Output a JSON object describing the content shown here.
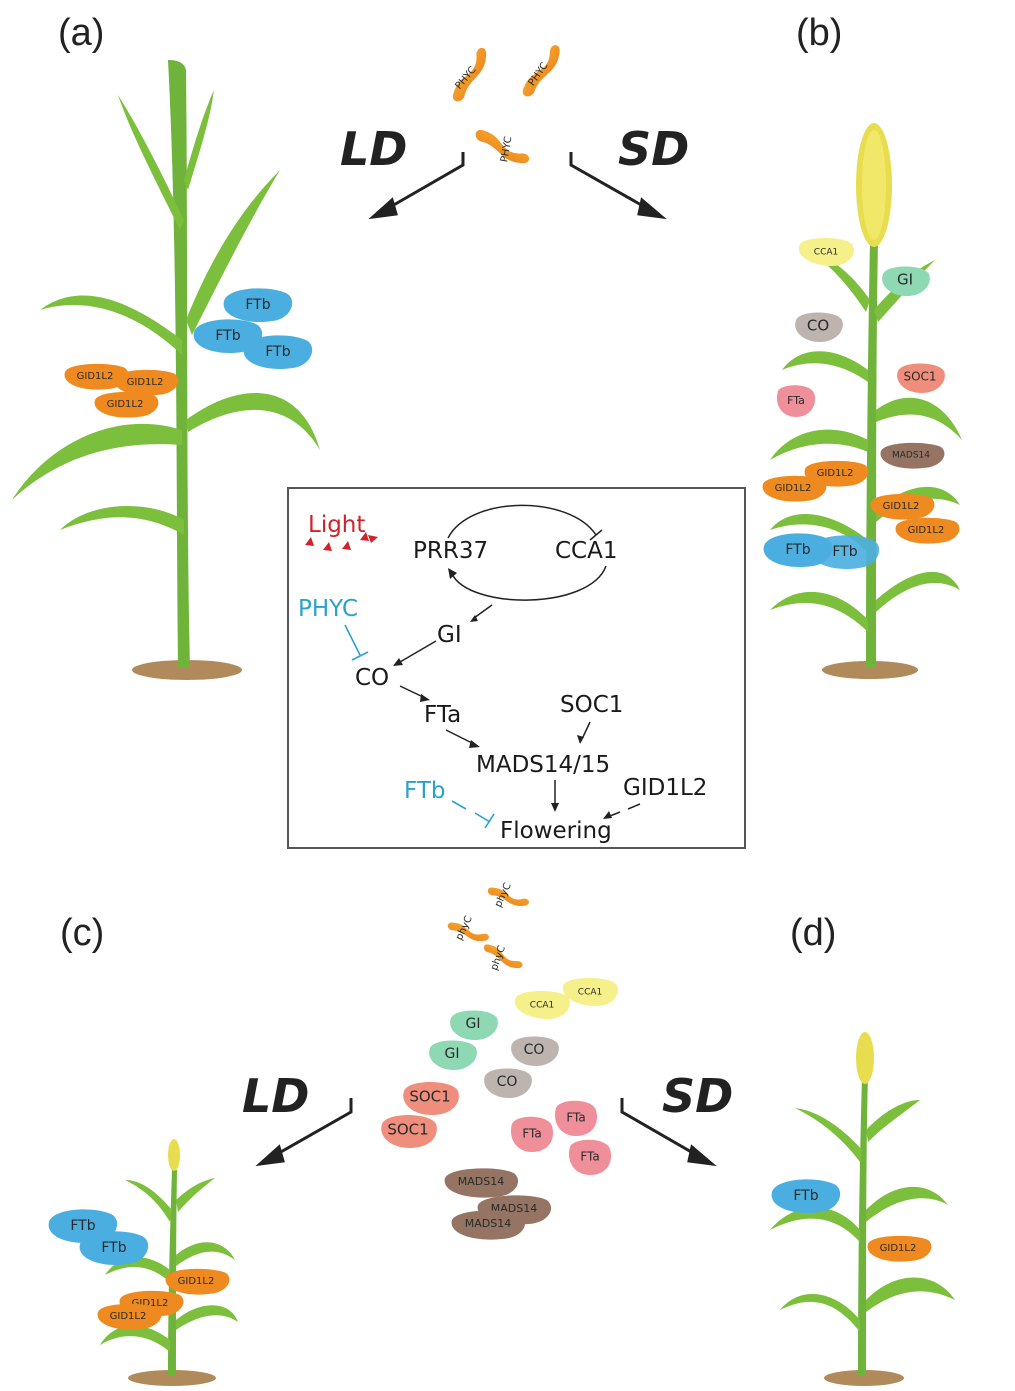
{
  "panels": {
    "a": "(a)",
    "b": "(b)",
    "c": "(c)",
    "d": "(d)"
  },
  "conditions": {
    "long_day": "LD",
    "short_day": "SD"
  },
  "proteins": {
    "phyc_upper": "PHYC",
    "phyc_lower": "phyC",
    "ftb": "FTb",
    "gid1l2": "GID1L2",
    "cca1": "CCA1",
    "gi": "GI",
    "co": "CO",
    "soc1": "SOC1",
    "fta": "FTa",
    "mads14": "MADS14"
  },
  "network": {
    "light": "Light",
    "prr37": "PRR37",
    "cca1": "CCA1",
    "phyc": "PHYC",
    "gi": "GI",
    "co": "CO",
    "fta": "FTa",
    "soc1": "SOC1",
    "mads": "MADS14/15",
    "ftb": "FTb",
    "gid1l2": "GID1L2",
    "flowering": "Flowering"
  },
  "colors": {
    "leaf": "#7cbf3c",
    "leaf_dark": "#5da22e",
    "soil": "#b08a5a",
    "panicle": "#e7dd4e",
    "ftb": "#4aaee0",
    "gid1l2": "#ee8a1f",
    "cca1": "#f6f08a",
    "gi": "#8fd8b4",
    "co": "#bdb4b0",
    "soc1": "#ef8e7c",
    "fta": "#ef8f9a",
    "mads14": "#957463",
    "phyc": "#f29a1e",
    "network_blue": "#2aa3c9",
    "network_red": "#d0232b"
  }
}
